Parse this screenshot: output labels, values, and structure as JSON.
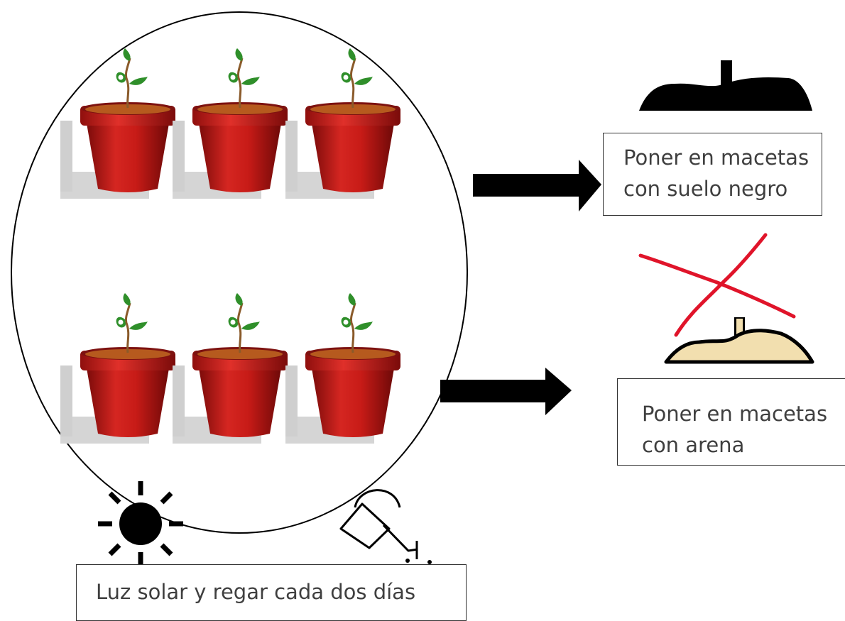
{
  "labels": {
    "black_soil": [
      "Poner en macetas",
      "con suelo negro"
    ],
    "sand": [
      "Poner en macetas",
      "con arena"
    ],
    "bottom": "Luz solar y regar cada dos días"
  },
  "icons": {
    "pots": "potted-seedling-icon",
    "black_soil": "black-soil-mound-icon",
    "sand": "sand-mound-icon",
    "cross": "red-x-icon",
    "sun": "sun-icon",
    "watering_can": "watering-can-icon",
    "arrow": "right-arrow-icon"
  },
  "colors": {
    "pot": "#c81a16",
    "soil": "#b85a1c",
    "leaf": "#2f8f2a",
    "cross": "#e0142a",
    "sand": "#f2dfaf",
    "black": "#000000"
  }
}
